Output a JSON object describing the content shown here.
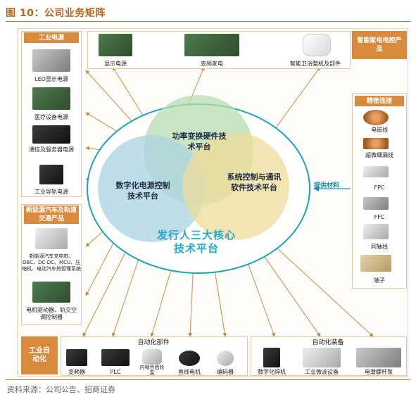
{
  "title": "图 10：公司业务矩阵",
  "source": "资料来源：公司公告、招商证券",
  "panels": {
    "power": {
      "tag": "工业电源",
      "items": [
        "LED显示电源",
        "医疗设备电源",
        "通信及服务器电源",
        "工业导轨电源"
      ]
    },
    "ev": {
      "tag": "新能源汽车及轨道交通产品",
      "item1": "新能源汽车充电桩、OBC、DC-DC、MCU、压缩机、电动汽车热管理系统",
      "item2": "电机驱动器、轨交空调控制器"
    },
    "top": {
      "items": [
        "显示电源",
        "变频家电",
        "智能卫浴整机及部件"
      ],
      "tag": "智能家电电控产品"
    },
    "precision": {
      "tag": "精密连接",
      "items": [
        "电磁线",
        "超微细漏线",
        "FPC",
        "FFC",
        "同轴线",
        "端子"
      ]
    },
    "bottom": {
      "tag": "工业自动化",
      "parts_label": "自动化部件",
      "parts": [
        "变频器",
        "PLC",
        "内啮合齿轮泵",
        "直线电机",
        "编码器"
      ],
      "equip_label": "自动化装备",
      "equip": [
        "数字化焊机",
        "工业微波设备",
        "电潜螺杆泵"
      ]
    }
  },
  "center": {
    "circle1": "功率变换硬件技术平台",
    "circle2": "数字化电源控制技术平台",
    "circle3": "系统控制与通讯软件技术平台",
    "core": "发行人三大核心技术平台",
    "supply": "提供材料"
  },
  "colors": {
    "accent": "#d98a3d",
    "title": "#b5651d",
    "circle_green": "#b8dcb0",
    "circle_blue": "#a9d3e2",
    "circle_yellow": "#eedc9a",
    "core_text": "#25a9c9",
    "outer_ring": "#1aa5b8"
  }
}
